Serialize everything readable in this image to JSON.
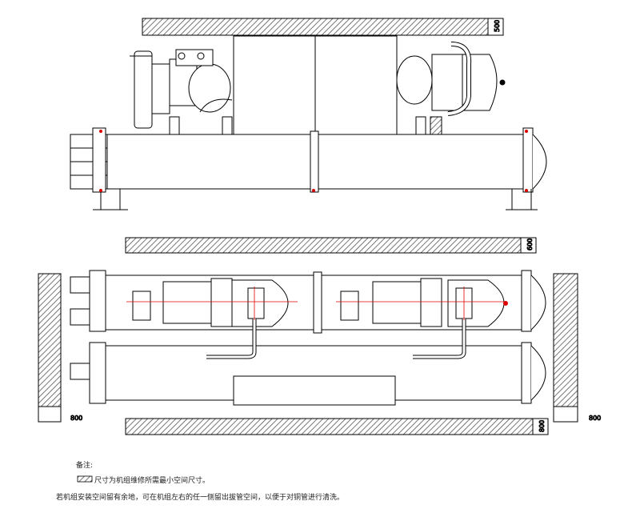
{
  "dimensions": {
    "top_clearance": "500",
    "mid_clearance": "600",
    "bottom_clearance": "800",
    "left_clearance": "800",
    "right_clearance": "800"
  },
  "notes": {
    "heading": "备注:",
    "legend_text": "尺寸为机组维修所需最小空间尺寸。",
    "footnote": "若机组安装空间留有余地，可在机组左右的任一侧留出拔管空间，以便于对铜管进行清洗。"
  }
}
